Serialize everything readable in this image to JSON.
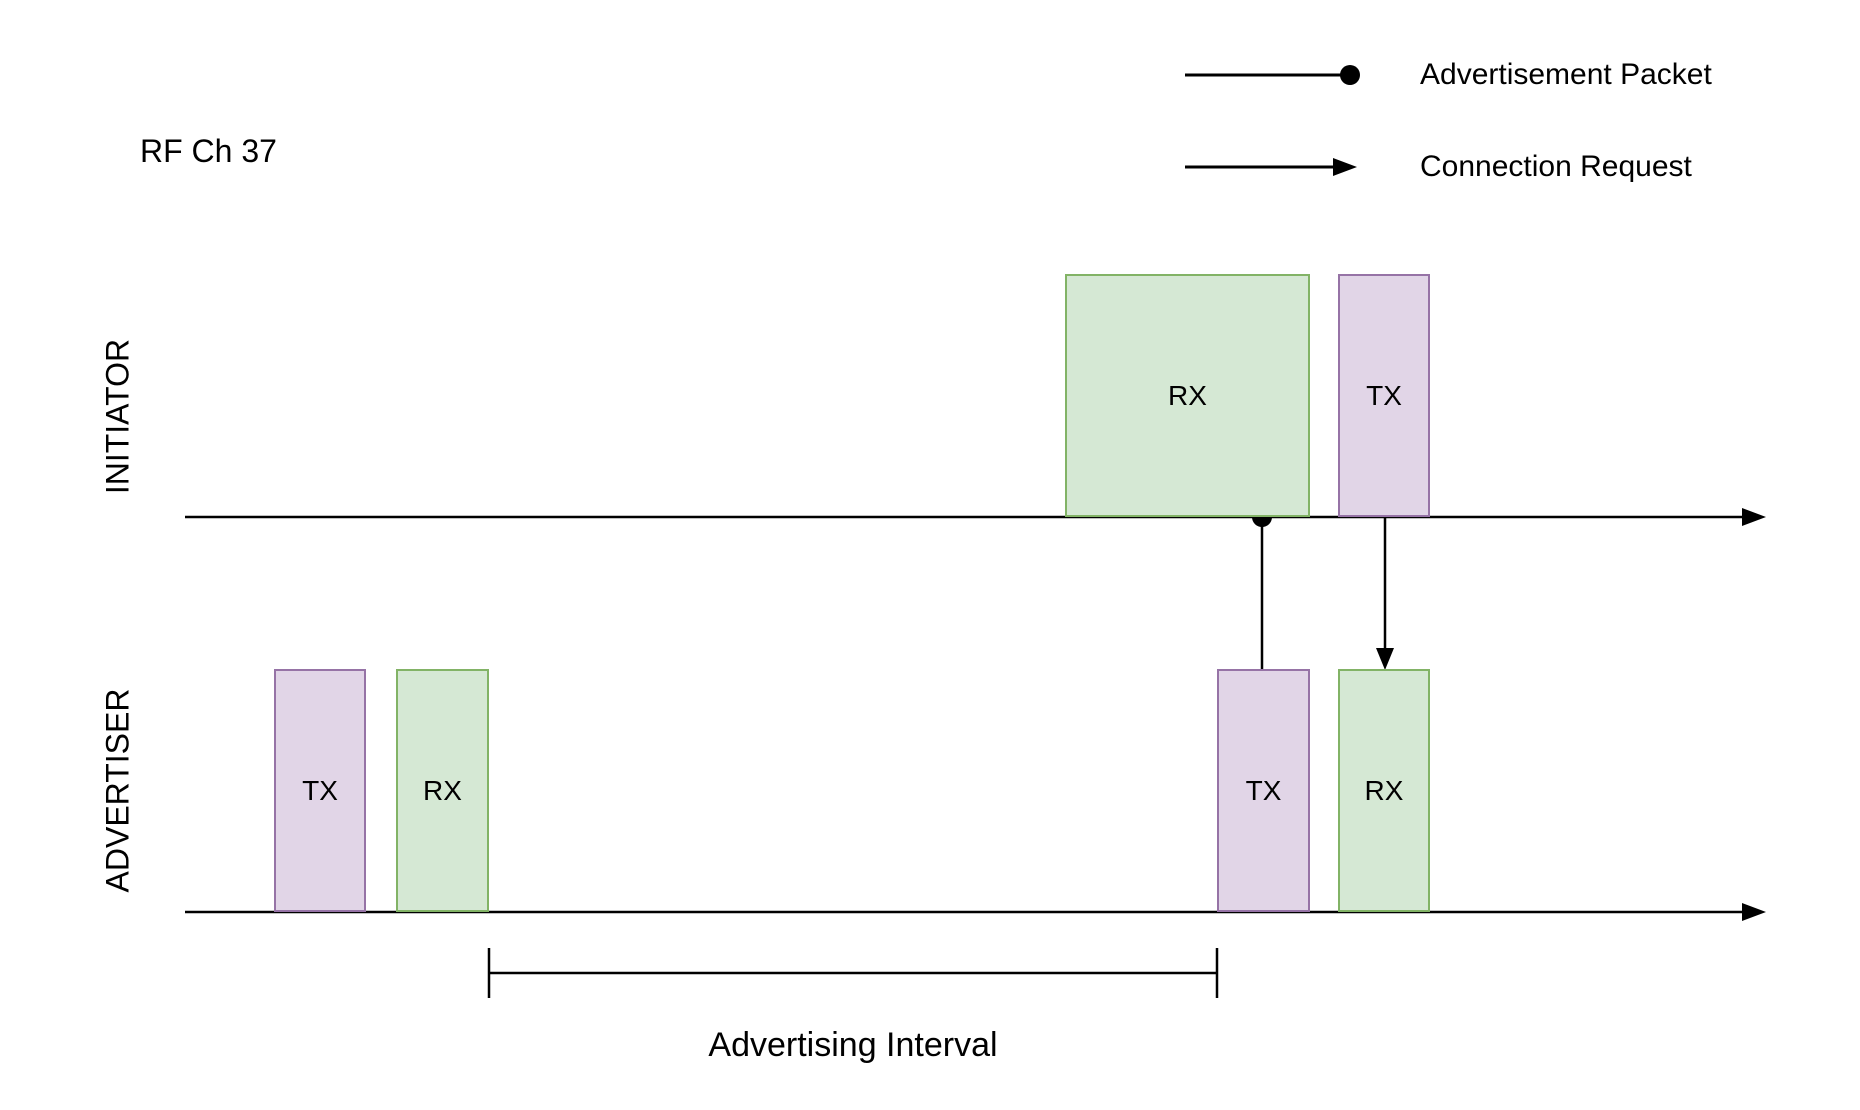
{
  "title": "RF Ch 37",
  "legend": {
    "items": [
      {
        "label": "Advertisement Packet",
        "symbol": "line-with-dot"
      },
      {
        "label": "Connection Request",
        "symbol": "arrow"
      }
    ]
  },
  "lanes": [
    {
      "name": "INITIATOR",
      "boxes": [
        {
          "label": "RX",
          "type": "rx"
        },
        {
          "label": "TX",
          "type": "tx"
        }
      ]
    },
    {
      "name": "ADVERTISER",
      "boxes": [
        {
          "label": "TX",
          "type": "tx"
        },
        {
          "label": "RX",
          "type": "rx"
        },
        {
          "label": "TX",
          "type": "tx"
        },
        {
          "label": "RX",
          "type": "rx"
        }
      ]
    }
  ],
  "interval_label": "Advertising Interval",
  "colors": {
    "rx_fill": "#d5e8d4",
    "rx_stroke": "#82b366",
    "tx_fill": "#e1d5e7",
    "tx_stroke": "#9673a6",
    "line": "#000000",
    "background": "#ffffff"
  }
}
